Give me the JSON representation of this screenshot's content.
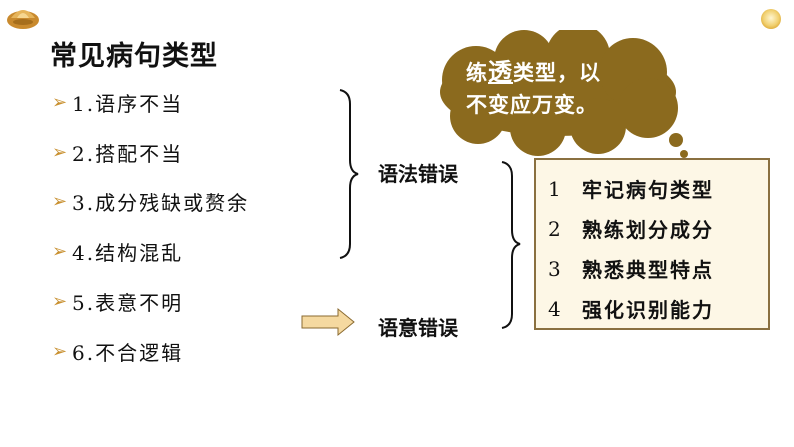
{
  "title": "常见病句类型",
  "items": [
    {
      "label": "1.语序不当"
    },
    {
      "label": "2.搭配不当"
    },
    {
      "label": "3.成分残缺或赘余"
    },
    {
      "label": "4.结构混乱"
    },
    {
      "label": "5.表意不明"
    },
    {
      "label": "6.不合逻辑"
    }
  ],
  "categories": {
    "grammar": "语法错误",
    "meaning": "语意错误"
  },
  "cloud": {
    "prefix": "练",
    "highlight": "透",
    "suffix": "类型，以",
    "line2": "不变应万变。"
  },
  "tips": [
    {
      "num": "1",
      "label": "牢记病句类型"
    },
    {
      "num": "2",
      "label": "熟练划分成分"
    },
    {
      "num": "3",
      "label": "熟悉典型特点"
    },
    {
      "num": "4",
      "label": "强化识别能力"
    }
  ],
  "colors": {
    "cloud_fill": "#8b6a1e",
    "arrow_fill": "#f5d9a0",
    "marker": "#c89030",
    "box_border": "#8a7040",
    "box_fill": "#fdf7e6"
  },
  "icons": {
    "marker": "chevron-right-icon",
    "logo": "lotus-logo",
    "corner": "sun-icon"
  }
}
